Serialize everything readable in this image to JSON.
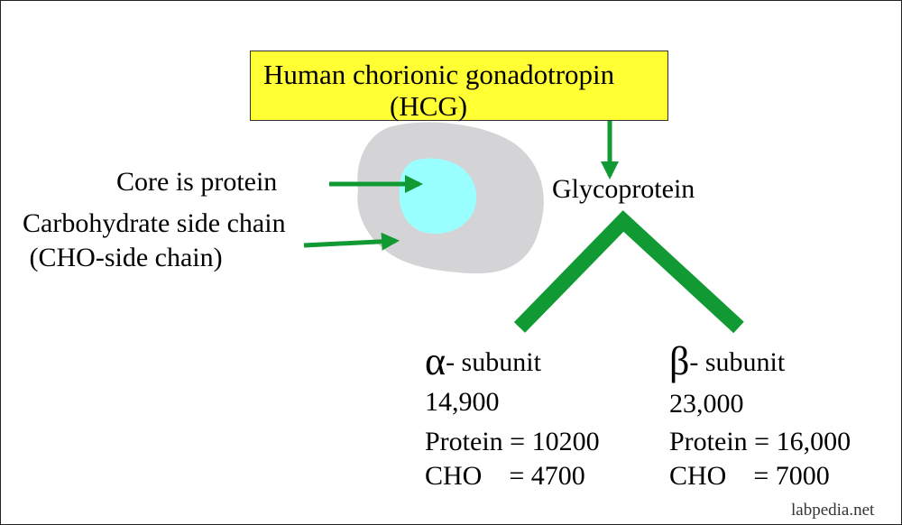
{
  "title": {
    "line1": "Human chorionic gonadotropin",
    "line2": "(HCG)"
  },
  "labels": {
    "core": "Core is protein",
    "cho_line1": "Carbohydrate side chain",
    "cho_line2": " (CHO-side chain)",
    "glycoprotein": "Glycoprotein"
  },
  "alpha": {
    "symbol": "α",
    "label": "- subunit",
    "weight": "14,900",
    "protein": "Protein = 10200",
    "cho": "CHO    = 4700"
  },
  "beta": {
    "symbol": "β",
    "label": "- subunit",
    "weight": "23,000",
    "protein": "Protein = 16,000",
    "cho": "CHO    = 7000"
  },
  "watermark": "labpedia.net",
  "colors": {
    "title_fill": "#ffff33",
    "arrow_green": "#119933",
    "blob_gray": "#d4d4d6",
    "core_cyan": "#99ffff",
    "branch_green": "#119933"
  }
}
